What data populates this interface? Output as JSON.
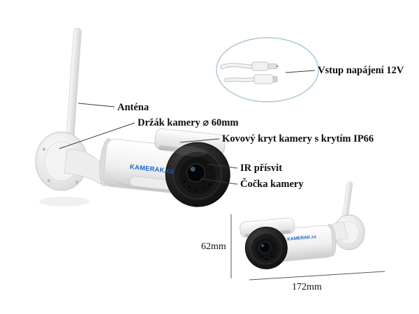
{
  "brand": "KAMERAK.cz",
  "labels": {
    "antenna": "Anténa",
    "mount": "Držák kamery ⌀ 60mm",
    "housing": "Kovový kryt kamery s krytím IP66",
    "ir": "IR přísvit",
    "lens": "Čočka kamery",
    "power": "Vstup napájení 12V"
  },
  "dimensions": {
    "height": "62mm",
    "length": "172mm"
  },
  "colors": {
    "label_text": "#0d0d0d",
    "leader_line": "#3a3a3a",
    "callout_ellipse": "#adc8d4",
    "brand_blue": "#1567c8"
  }
}
